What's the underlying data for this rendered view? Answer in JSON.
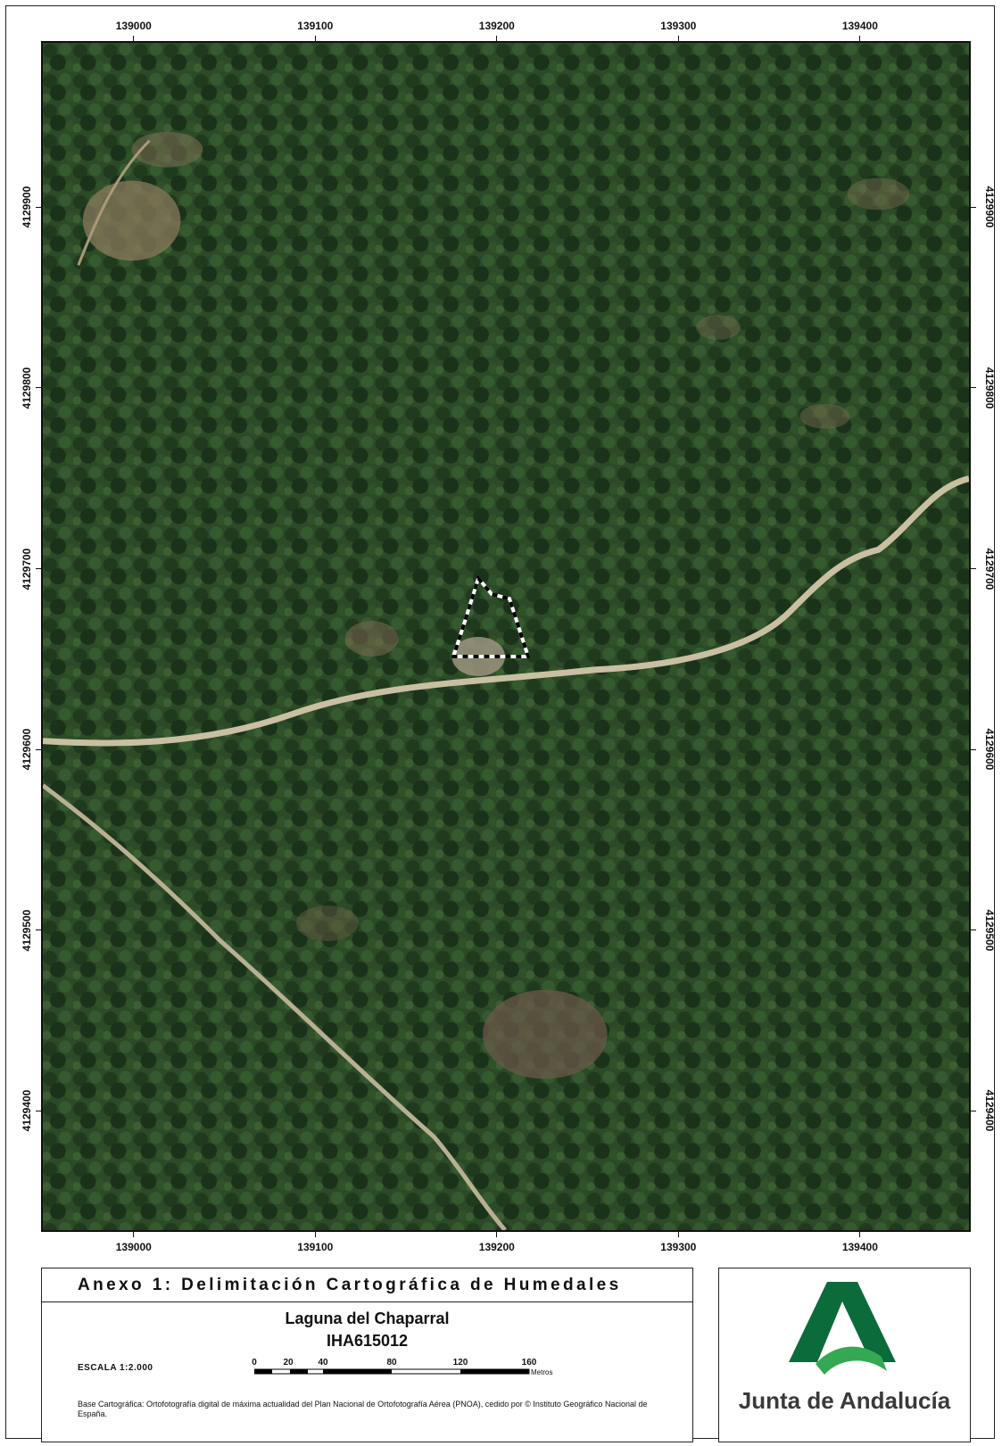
{
  "map": {
    "easting_ticks": [
      "139000",
      "139100",
      "139200",
      "139300",
      "139400"
    ],
    "northing_ticks": [
      "4129900",
      "4129800",
      "4129700",
      "4129600",
      "4129500",
      "4129400"
    ],
    "extent": {
      "easting_min": 138949,
      "easting_max": 139461,
      "northing_min": 4129333,
      "northing_max": 4129992
    },
    "boundary_style": "white-black dashed outline"
  },
  "panel": {
    "annex_title": "Anexo 1: Delimitación Cartográfica de Humedales",
    "wetland_name": "Laguna del Chaparral",
    "wetland_code": "IHA615012",
    "scale_text": "ESCALA  1:2.000",
    "scale_ticks": [
      "0",
      "20",
      "40",
      "80",
      "120",
      "160"
    ],
    "scale_units": "Metros",
    "source_text": "Base Cartográfica: Ortofotografía digital de máxima actualidad del Plan Nacional de Ortofotografía Aérea (PNOA), cedido por © Instituto Geográfico Nacional de España."
  },
  "logo": {
    "org_name": "Junta de Andalucía",
    "color_dark": "#0b6b3a",
    "color_light": "#34a853"
  }
}
